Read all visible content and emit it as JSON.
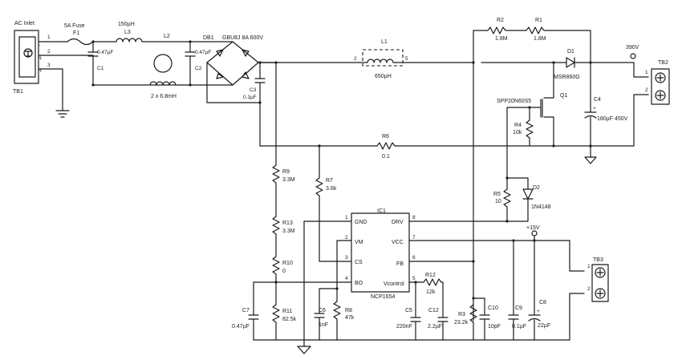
{
  "ac_inlet": {
    "title": "AC Inlet",
    "tb": "TB1",
    "pin1": "1",
    "pin2": "2",
    "pin3": "3",
    "L": "L",
    "N": "N",
    "H": "H"
  },
  "fuse": {
    "desc": "5A Fuse",
    "ref": "F1"
  },
  "L3": {
    "value": "150µH",
    "ref": "L3"
  },
  "L2": {
    "ref": "L2",
    "value": "2 x 6.8mH"
  },
  "C1": {
    "value": "0.47µF",
    "ref": "C1"
  },
  "C2": {
    "value": "0.47µF",
    "ref": "C2"
  },
  "DB1": {
    "ref": "DB1",
    "value": "GBU8J 8A 600V"
  },
  "C3": {
    "ref": "C3",
    "value": "0.1µF"
  },
  "L1": {
    "ref": "L1",
    "pin2": "2",
    "pin5": "5",
    "value": "650µH"
  },
  "R2": {
    "ref": "R2",
    "value": "1.8M"
  },
  "R1": {
    "ref": "R1",
    "value": "1.8M"
  },
  "D1": {
    "ref": "D1",
    "value": "MSR860G"
  },
  "out": {
    "voltage": "390V"
  },
  "TB2": {
    "ref": "TB2",
    "pin1": "1",
    "pin2": "2"
  },
  "Q1": {
    "ref": "Q1",
    "value": "SPP20N60S5"
  },
  "C4": {
    "ref": "C4",
    "value": "180µF 450V",
    "plus": "+"
  },
  "R4": {
    "ref": "R4",
    "value": "10k"
  },
  "R6": {
    "ref": "R6",
    "value": "0.1"
  },
  "R9": {
    "ref": "R9",
    "value": "3.3M"
  },
  "R7": {
    "ref": "R7",
    "value": "3.6k"
  },
  "D2": {
    "ref": "D2",
    "value": "1N4148"
  },
  "R5": {
    "ref": "R5",
    "value": "10"
  },
  "R13": {
    "ref": "R13",
    "value": "3.3M"
  },
  "R10": {
    "ref": "R10",
    "value": "0"
  },
  "IC1": {
    "ref": "IC1",
    "part": "NCP1654",
    "pins": {
      "gnd": "GND",
      "vm": "VM",
      "cs": "CS",
      "bo": "BO",
      "drv": "DRV",
      "vcc": "VCC",
      "fb": "FB",
      "vcontrol": "Vcontrol"
    },
    "nums": {
      "p1": "1",
      "p2": "2",
      "p3": "3",
      "p4": "4",
      "p5": "5",
      "p6": "6",
      "p7": "7",
      "p8": "8"
    }
  },
  "supply": {
    "label": "+15V"
  },
  "TB3": {
    "ref": "TB3",
    "pin1": "1",
    "pin2": "2"
  },
  "R12": {
    "ref": "R12",
    "value": "12k"
  },
  "C7": {
    "ref": "C7",
    "value": "0.47µF"
  },
  "R11": {
    "ref": "R11",
    "value": "82.5k"
  },
  "C6": {
    "ref": "C6",
    "value": "1nF"
  },
  "R8": {
    "ref": "R8",
    "value": "47k"
  },
  "C5": {
    "ref": "C5",
    "value": "220nF"
  },
  "C12": {
    "ref": "C12",
    "value": "2.2µF"
  },
  "R3": {
    "ref": "R3",
    "value": "23.2k"
  },
  "C10": {
    "ref": "C10",
    "value": "10pF"
  },
  "C9": {
    "ref": "C9",
    "value": "0.1µF"
  },
  "C8": {
    "ref": "C8",
    "value": "22µF",
    "plus": "+"
  },
  "colors": {
    "ink": "#1a1a1a",
    "background": "#ffffff"
  }
}
